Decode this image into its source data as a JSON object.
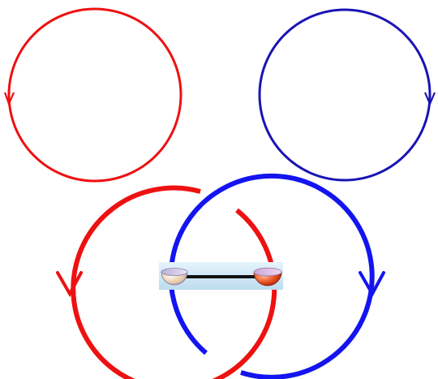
{
  "colors": {
    "red": "#ee1111",
    "dark_blue": "#1a14b4",
    "blue": "#1414f0",
    "background": "#ffffff",
    "rod": "#111111",
    "panel": "#cfe8f6"
  },
  "top_left_loop": {
    "color": "red",
    "arrow_direction": "counterclockwise"
  },
  "top_right_loop": {
    "color": "dark_blue",
    "arrow_direction": "clockwise"
  },
  "bottom_left_loop": {
    "color": "red",
    "arrow_direction": "counterclockwise"
  },
  "bottom_right_loop": {
    "color": "blue",
    "arrow_direction": "clockwise"
  },
  "center_inset": {
    "icon": "dumbbell-hemispheres-icon",
    "left_bowl": "pale-bowl-icon",
    "right_bowl": "red-bowl-icon"
  }
}
